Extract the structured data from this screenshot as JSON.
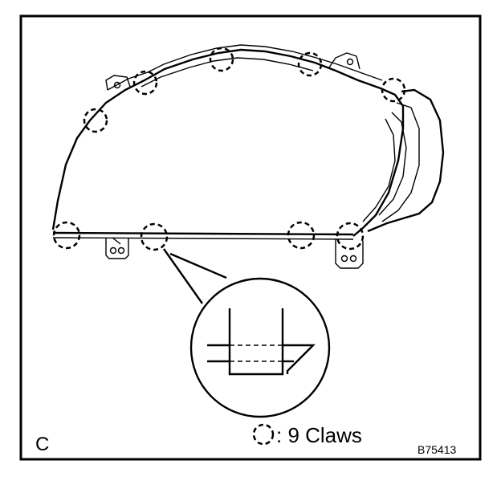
{
  "figure": {
    "view_label": "C",
    "legend_text": ": 9 Claws",
    "figure_code": "B75413"
  },
  "claw_icon": "dashed-circle-icon",
  "colors": {
    "line": "#000000",
    "background": "#ffffff"
  }
}
